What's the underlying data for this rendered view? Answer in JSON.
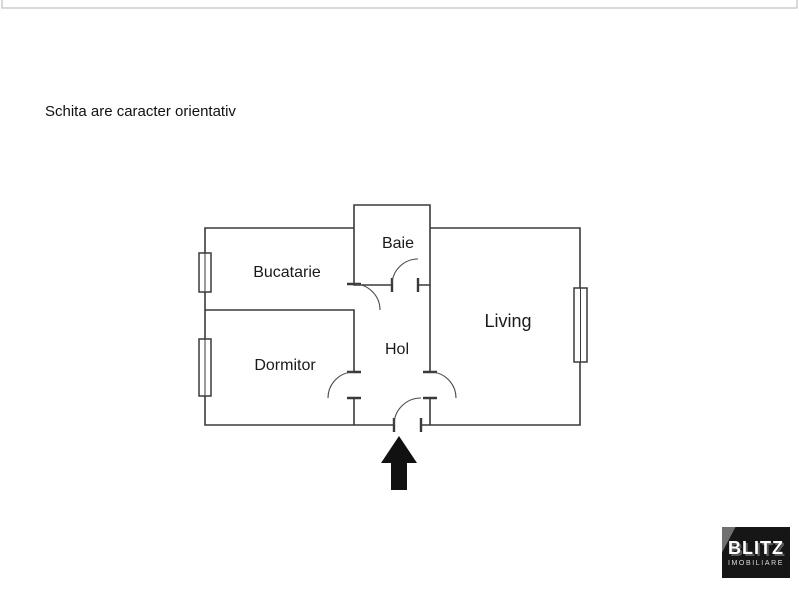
{
  "frame": {
    "disclaimer": "Schita are caracter orientativ"
  },
  "floorplan": {
    "rooms": {
      "bucatarie": {
        "label": "Bucatarie"
      },
      "baie": {
        "label": "Baie"
      },
      "dormitor": {
        "label": "Dormitor"
      },
      "hol": {
        "label": "Hol"
      },
      "living": {
        "label": "Living"
      }
    },
    "entrance_marker": "arrow-up"
  },
  "logo": {
    "brand": "BLITZ",
    "tagline": "IMOBILIARE"
  },
  "colors": {
    "wall": "#3a3a3a",
    "label_text": "#1a1a1a",
    "arrow": "#111111",
    "logo_background": "#161616",
    "frame_line": "#b5b5b5"
  }
}
